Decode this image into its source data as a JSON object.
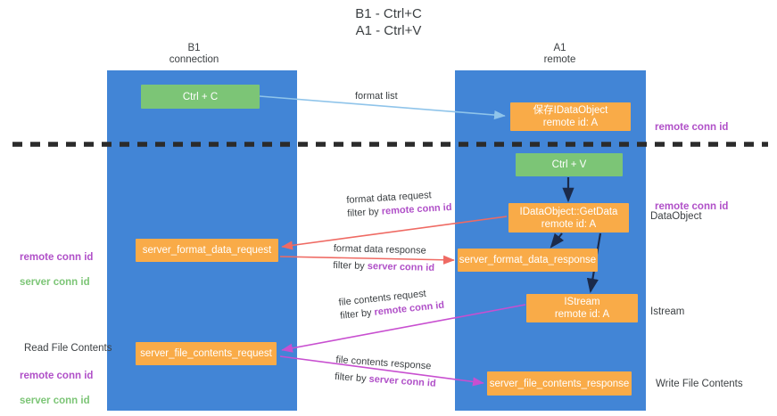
{
  "title": "B1 - Ctrl+C\nA1 - Ctrl+V",
  "columns": {
    "left": "B1\nconnection",
    "right": "A1\nremote"
  },
  "nodes": {
    "ctrl_c": "Ctrl + C",
    "save_idataobject": "保存IDataObject\nremote id: A",
    "ctrl_v": "Ctrl + V",
    "getdata": "IDataObject::GetData\nremote id: A",
    "server_format_data_request": "server_format_data_request",
    "server_format_data_response": "server_format_data_response",
    "istream": "IStream\nremote id: A",
    "server_file_contents_request": "server_file_contents_request",
    "server_file_contents_response": "server_file_contents_response"
  },
  "side_labels": {
    "dataobject": "DataObject",
    "istream": "Istream",
    "write_file_contents": "Write File Contents",
    "read_file_contents": "Read File Contents"
  },
  "keys": {
    "remote_conn_id": "remote conn id",
    "server_conn_id": "server conn id"
  },
  "captions": {
    "format_list": "format list",
    "format_data_request": "format data request",
    "format_data_request_filter_prefix": "filter by ",
    "format_data_request_filter_key": "remote conn id",
    "format_data_response": "format data response",
    "format_data_response_filter_prefix": "filter by ",
    "format_data_response_filter_key": "server conn id",
    "file_contents_request": "file contents request",
    "file_contents_request_filter_prefix": "filter by ",
    "file_contents_request_filter_key": "remote conn id",
    "file_contents_response": "file contents response",
    "file_contents_response_filter_prefix": "filter by ",
    "file_contents_response_filter_key": "server conn id"
  },
  "colors": {
    "lane": "#4285d6",
    "green_node": "#7cc576",
    "orange_node": "#f9ab48",
    "remote_key": "#b050c8",
    "server_key": "#7cc576",
    "format_arrow": "#8fc4ea",
    "data_arrow": "#ef6a63",
    "file_arrow": "#c84fd0",
    "flow_arrow": "#1b2a4a",
    "divider": "#2b2b2b"
  }
}
